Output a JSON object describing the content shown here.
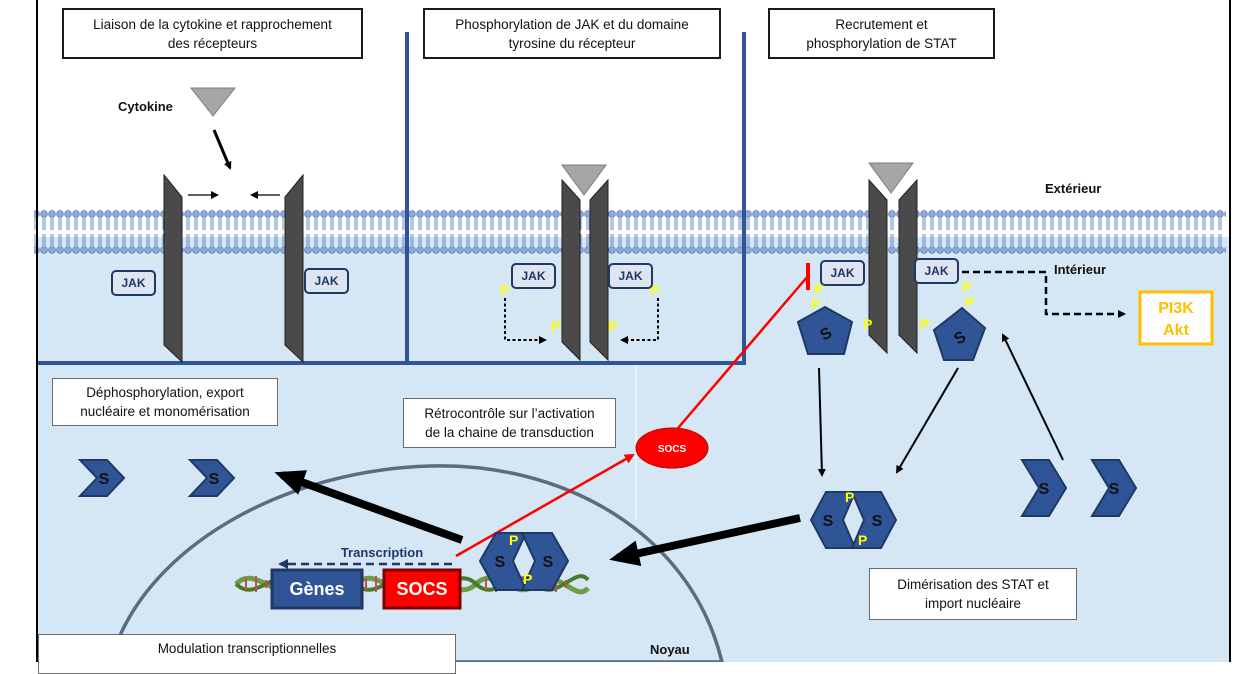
{
  "titles": {
    "step1": [
      "Liaison de la cytokine et rapprochement",
      "des récepteurs"
    ],
    "step2": [
      "Phosphorylation de JAK et du domaine",
      "tyrosine du récepteur"
    ],
    "step3": [
      "Recrutement et",
      "phosphorylation de STAT"
    ]
  },
  "labels": {
    "cytokine": "Cytokine",
    "exterieur": "Extérieur",
    "interieur": "Intérieur",
    "noyau": "Noyau",
    "transcription": "Transcription",
    "jak": "JAK",
    "p": "P",
    "s": "S",
    "socs_small": "SOCS",
    "genes": "Gènes",
    "socs_gene": "SOCS",
    "pi3k": "PI3K",
    "akt": "Akt"
  },
  "boxes": {
    "dephospho": [
      "Déphosphorylation, export",
      "nucléaire et monomérisation"
    ],
    "retro": [
      "Rétrocontrôle sur l’activation",
      "de la chaine de transduction"
    ],
    "dimer": [
      "Dimérisation des STAT et",
      "import nucléaire"
    ],
    "modulation": "Modulation transcriptionnelles"
  },
  "colors": {
    "cytoplasm": "#d5e6f5",
    "membrane_head": "#8eaadb",
    "receptor": "#4a4a4a",
    "stat": "#2f5597",
    "phospho": "#ffff00",
    "socs": "#ff0000",
    "genes": "#2f5597",
    "pi3k_border": "#ffc000"
  }
}
